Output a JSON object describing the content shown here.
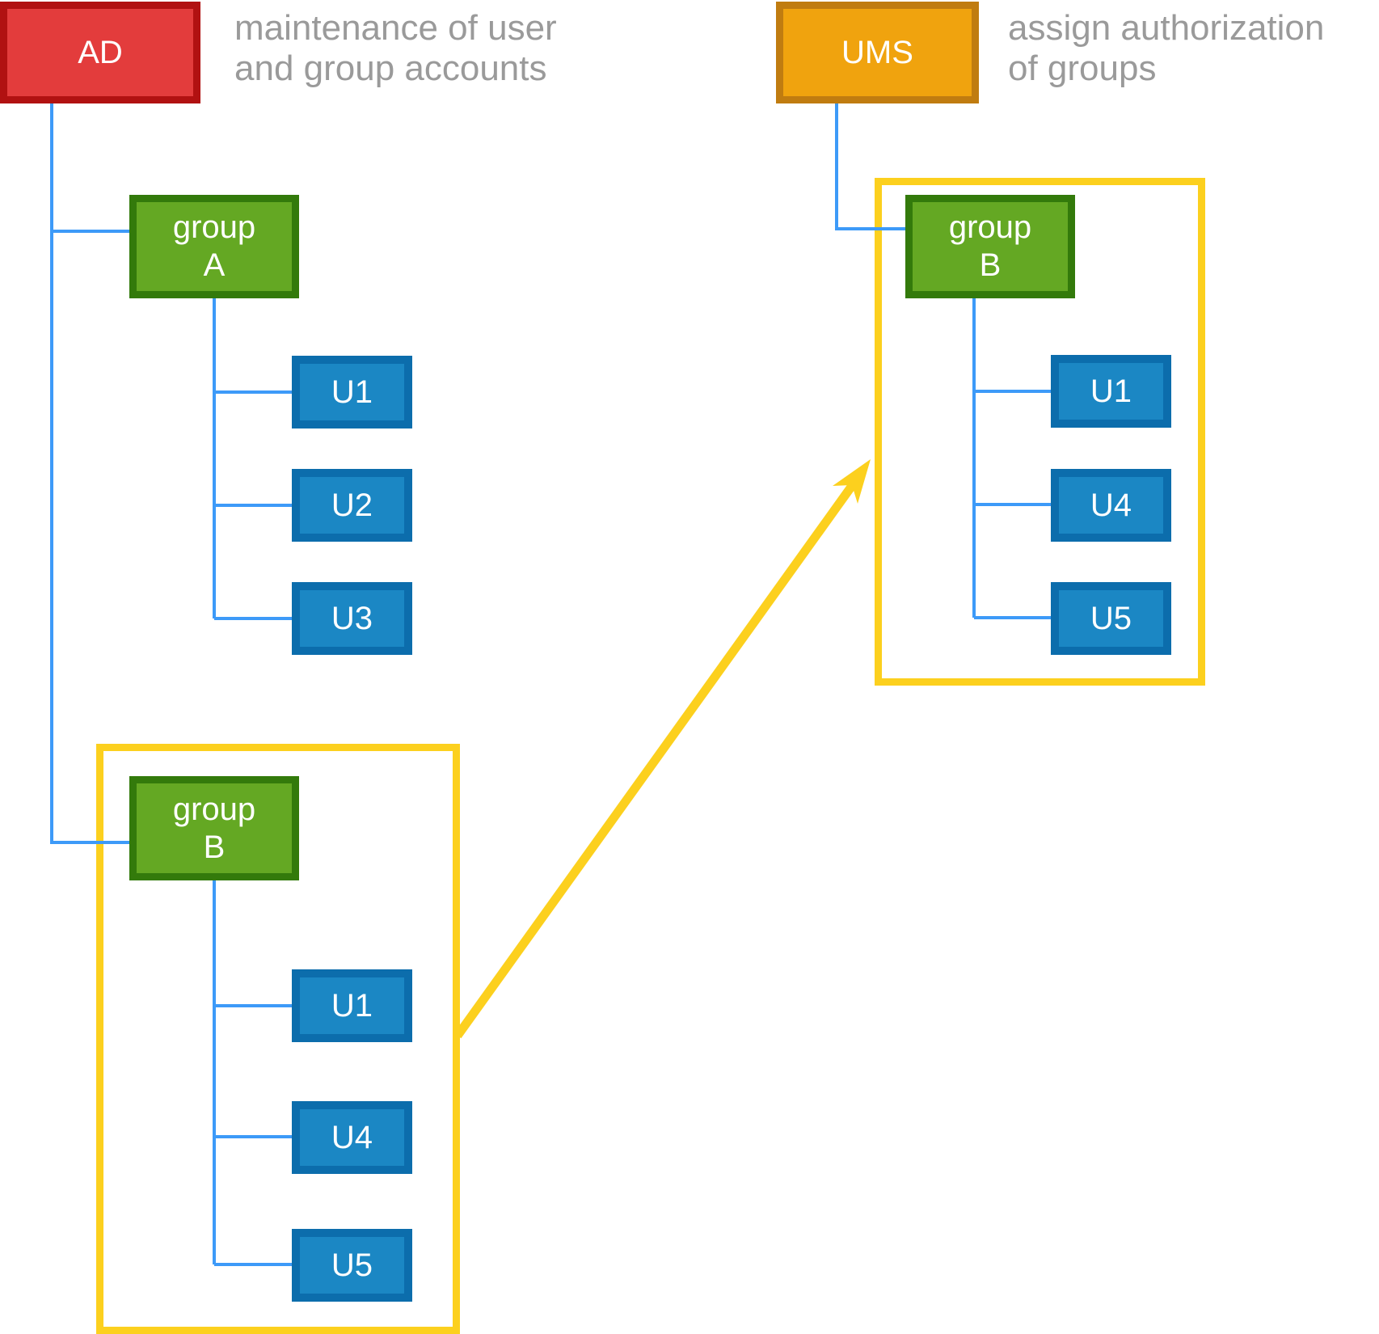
{
  "ad": {
    "label": "AD",
    "note_line1": "maintenance of user",
    "note_line2": "and group accounts"
  },
  "ums": {
    "label": "UMS",
    "note_line1": "assign authorization",
    "note_line2": "of groups"
  },
  "ad_tree": {
    "group_a": {
      "name_line1": "group",
      "name_line2": "A",
      "members": [
        "U1",
        "U2",
        "U3"
      ]
    },
    "group_b": {
      "name_line1": "group",
      "name_line2": "B",
      "members": [
        "U1",
        "U4",
        "U5"
      ]
    }
  },
  "ums_tree": {
    "group_b": {
      "name_line1": "group",
      "name_line2": "B",
      "members": [
        "U1",
        "U4",
        "U5"
      ]
    }
  },
  "colors": {
    "ad_fill": "#e33c3c",
    "ad_border": "#b11111",
    "ums_fill": "#f0a30e",
    "ums_border": "#c07c10",
    "group_fill": "#64a823",
    "group_border": "#337a0b",
    "user_fill": "#1b87c4",
    "user_border": "#0c6dac",
    "container_border": "#fcd01e",
    "arrow": "#fcd01e",
    "connector": "#3d9af8",
    "note_text": "#9a9a9a"
  }
}
